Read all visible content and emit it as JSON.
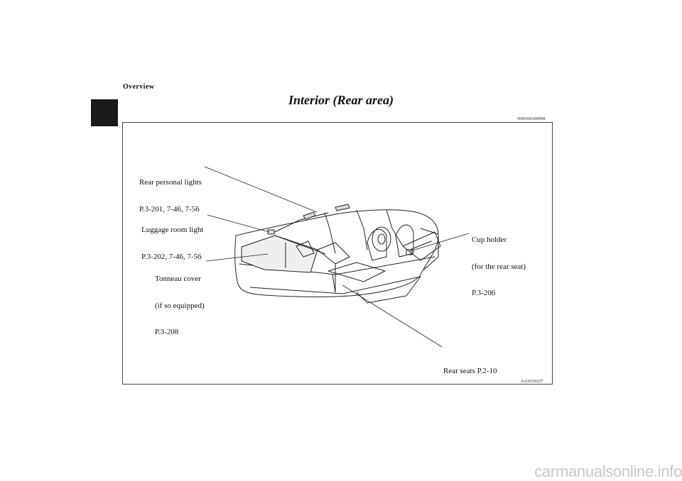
{
  "header": {
    "section_label": "Overview",
    "title": "Interior (Rear area)",
    "code": "N00100300990"
  },
  "figure": {
    "callouts": {
      "rear_personal_lights": {
        "line1": "Rear personal lights",
        "line2": "P.3-201, 7-46, 7-56"
      },
      "luggage_room_light": {
        "line1": "Luggage room light",
        "line2": "P.3-202, 7-46, 7-56"
      },
      "tonneau_cover": {
        "line1": "Tonneau cover",
        "line2": "(if so equipped)",
        "line3": "P.3-208"
      },
      "cup_holder": {
        "line1": "Cup holder",
        "line2": "(for the rear seat)",
        "line3": "P.3-206"
      },
      "rear_seats": {
        "line1": "Rear seats P.2-10"
      }
    },
    "figure_code": "AA5010237"
  },
  "watermark": "carmanualsonline.info"
}
